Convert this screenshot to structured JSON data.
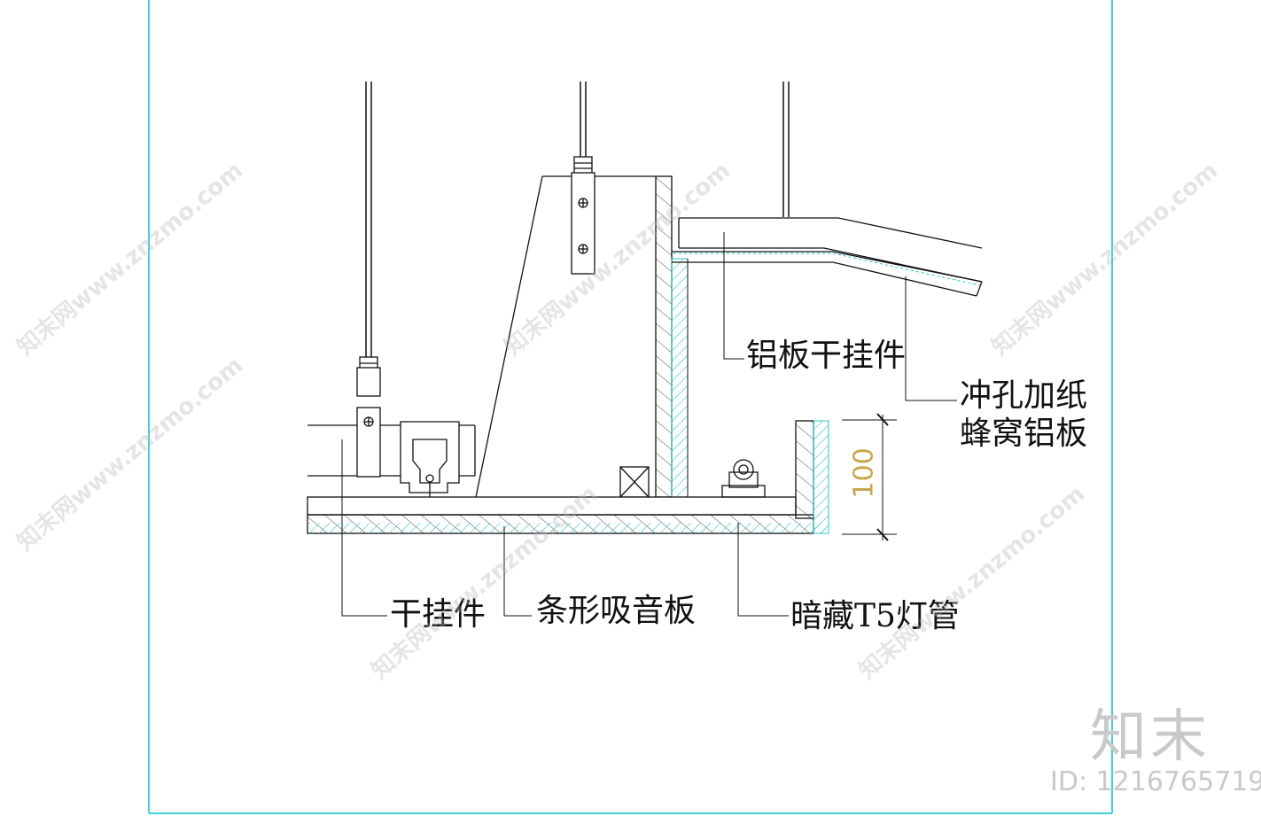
{
  "labels": {
    "aluminum_hanger": "铝板干挂件",
    "honeycomb_line1": "冲孔加纸",
    "honeycomb_line2": "蜂窝铝板",
    "dry_hanger": "干挂件",
    "strip_panel": "条形吸音板",
    "hidden_light": "暗藏T5灯管"
  },
  "dimension": {
    "value": "100"
  },
  "brand": {
    "logo_text": "知末",
    "id_text": "ID: 1216765719"
  },
  "watermark": {
    "text": "知末网www.znzmo.com"
  },
  "colors": {
    "frame": "#3fd4d4",
    "line": "#111111",
    "hatch": "#29c7c7",
    "dimension": "#c8a64b",
    "watermark": "#b4b4b4"
  }
}
